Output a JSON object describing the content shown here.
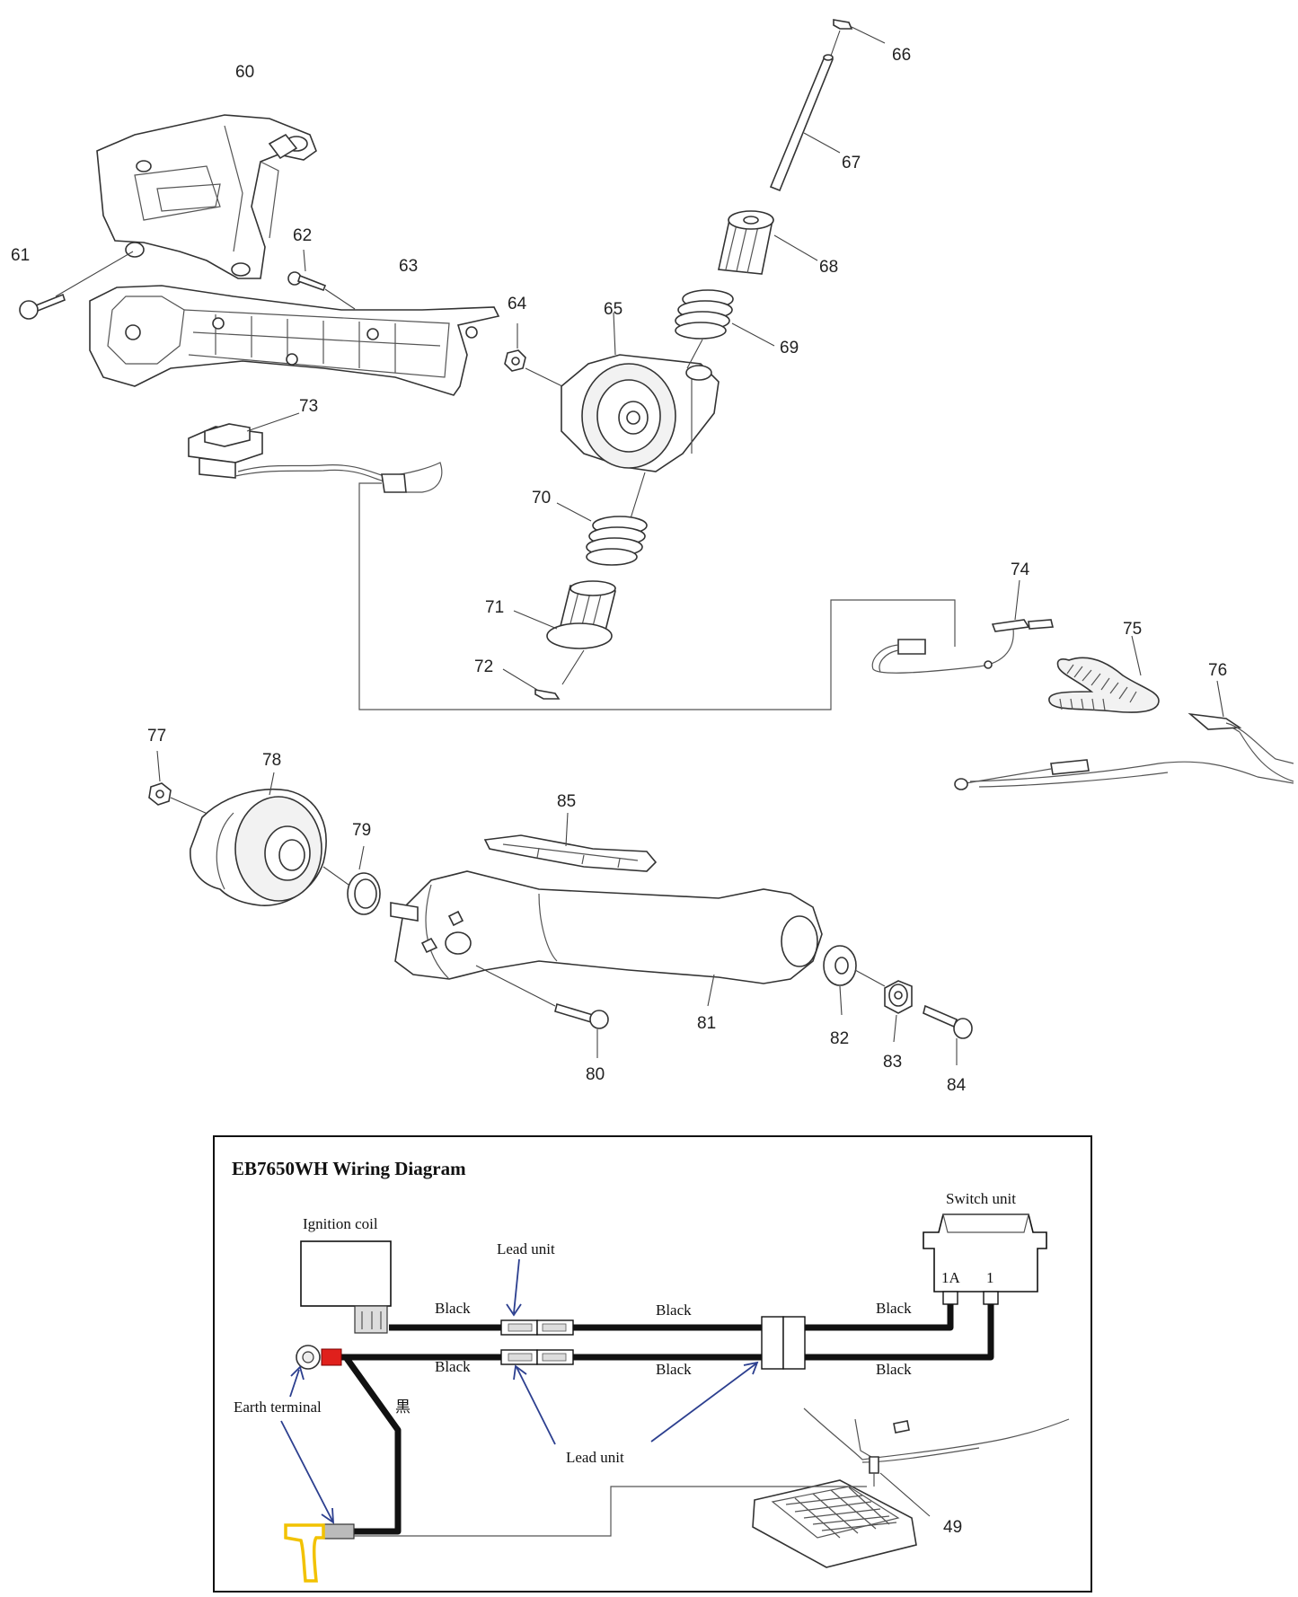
{
  "part_numbers": [
    "60",
    "61",
    "62",
    "63",
    "64",
    "65",
    "66",
    "67",
    "68",
    "69",
    "70",
    "71",
    "72",
    "73",
    "74",
    "75",
    "76",
    "77",
    "78",
    "79",
    "80",
    "81",
    "82",
    "83",
    "84",
    "85",
    "49"
  ],
  "wiring": {
    "title": "EB7650WH Wiring Diagram",
    "ignition_coil": "Ignition coil",
    "switch_unit": "Switch unit",
    "lead_unit_top": "Lead unit",
    "lead_unit_bottom": "Lead unit",
    "earth_terminal": "Earth terminal",
    "terminal_1a": "1A",
    "terminal_1": "1",
    "kanji_black": "黒",
    "wire_labels": [
      "Black",
      "Black",
      "Black",
      "Black",
      "Black",
      "Black"
    ]
  },
  "colors": {
    "wire": "#111111",
    "arrow": "#2c3f8f",
    "earth_red": "#e0201c",
    "earth_yellow": "#f2c200"
  }
}
